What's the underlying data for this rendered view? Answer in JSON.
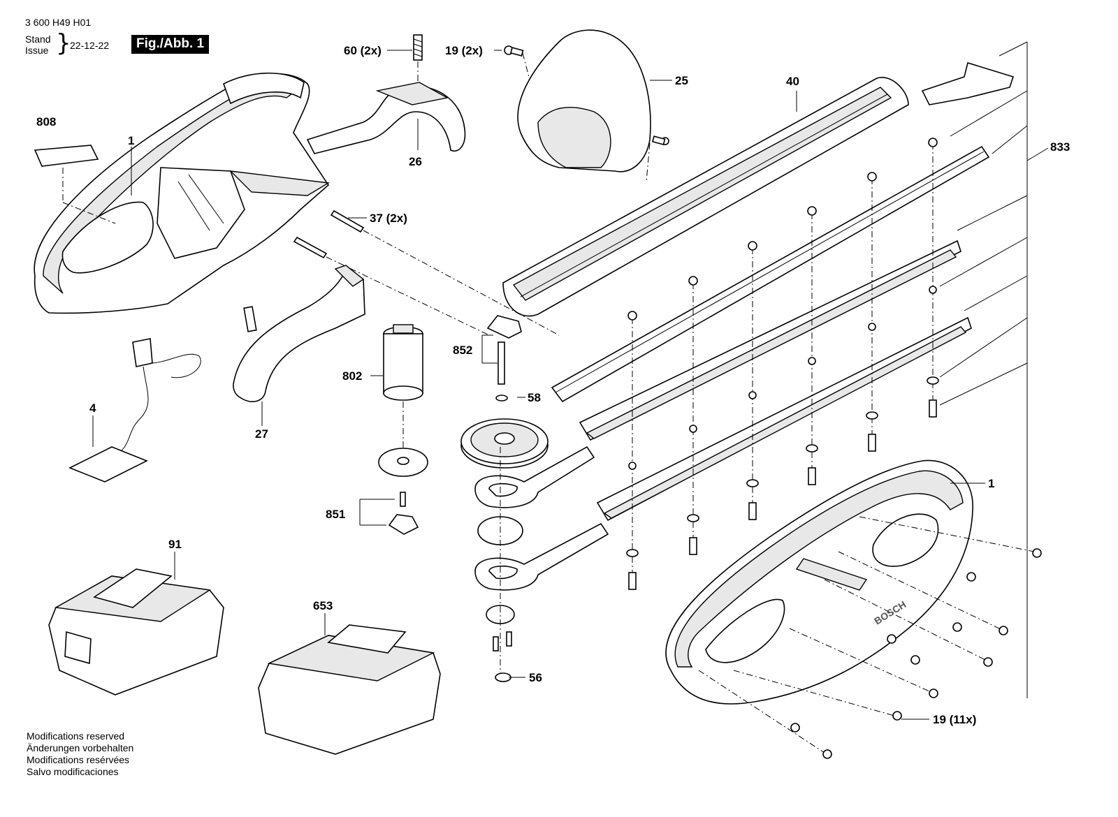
{
  "header": {
    "doc_number": "3 600 H49 H01",
    "stand_label": "Stand",
    "issue_label": "Issue",
    "date": "22-12-22",
    "figure_badge": "Fig./Abb. 1"
  },
  "footer_notes": [
    "Modifications reserved",
    "Änderungen vorbehalten",
    "Modifications resérvées",
    "Salvo modificaciones"
  ],
  "brand_on_housing": "BOSCH",
  "part_labels": {
    "p808": "808",
    "p1_left": "1",
    "p60": "60 (2x)",
    "p19_top": "19 (2x)",
    "p25": "25",
    "p40": "40",
    "p833": "833",
    "p26": "26",
    "p37": "37 (2x)",
    "p852": "852",
    "p58": "58",
    "p802": "802",
    "p27": "27",
    "p4": "4",
    "p851": "851",
    "p91": "91",
    "p653": "653",
    "p56": "56",
    "p1_right": "1",
    "p19_bottom": "19 (11x)"
  }
}
